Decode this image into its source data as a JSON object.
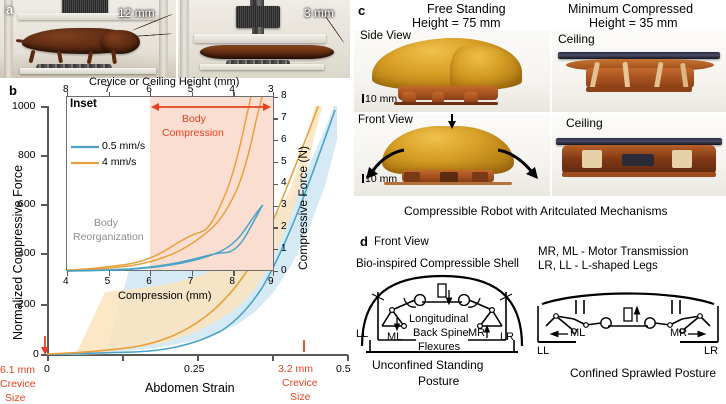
{
  "panel_a": {
    "letter": "a",
    "left_label": "12 mm",
    "right_label": "3 mm"
  },
  "panel_b": {
    "letter": "b",
    "inset_label": "Inset",
    "legend": [
      {
        "label": "0.5 mm/s",
        "color": "#4aa3c7"
      },
      {
        "label": "4 mm/s",
        "color": "#e9a03a"
      }
    ],
    "annotations": {
      "body_compression": "Body\nCompression",
      "body_compression_l1": "Body",
      "body_compression_l2": "Compression",
      "body_reorg_l1": "Body",
      "body_reorg_l2": "Reorganization",
      "crevice_left_l1": "6.1 mm",
      "crevice_left_l2": "Crevice",
      "crevice_left_l3": "Size",
      "crevice_right_l1": "3.2 mm",
      "crevice_right_l2": "Crevice",
      "crevice_right_l3": "Size"
    },
    "colors": {
      "blue": "#4aa3c7",
      "blue_band": "#bfdff0",
      "orange": "#e9a03a",
      "orange_band": "#fae0b4",
      "band_pink": "#fbded2",
      "red": "#e8401f",
      "grey_text": "#8c8c8c",
      "axis": "#595959"
    }
  },
  "chart_data": [
    {
      "type": "line",
      "name": "main",
      "title": "",
      "xlabel": "Abdomen Strain",
      "ylabel": "Normalized Compressive Force",
      "xlim": [
        0,
        0.52
      ],
      "ylim": [
        -20,
        1080
      ],
      "xticks": [
        0,
        0.25,
        0.5
      ],
      "xticklabels": [
        "0",
        "0.25",
        "0.5"
      ],
      "yticks": [
        0,
        200,
        400,
        600,
        800,
        1000
      ],
      "yticklabels": [
        "0",
        "200",
        "400",
        "600",
        "800",
        "1000"
      ],
      "grid": false,
      "legend_position": "upper-left-inside",
      "series": [
        {
          "name": "0.5 mm/s",
          "color": "#4aa3c7",
          "x": [
            0.0,
            0.05,
            0.1,
            0.15,
            0.2,
            0.25,
            0.3,
            0.33,
            0.36,
            0.39,
            0.42,
            0.45,
            0.48,
            0.5
          ],
          "values": [
            2,
            6,
            12,
            22,
            38,
            62,
            102,
            135,
            180,
            250,
            350,
            490,
            680,
            810
          ],
          "band_lower": [
            0,
            2,
            5,
            10,
            18,
            32,
            56,
            76,
            104,
            148,
            212,
            300,
            420,
            500
          ],
          "band_upper": [
            6,
            14,
            26,
            44,
            72,
            112,
            176,
            226,
            296,
            398,
            540,
            730,
            980,
            1120
          ]
        },
        {
          "name": "4 mm/s",
          "color": "#e9a03a",
          "x": [
            0.0,
            0.05,
            0.1,
            0.15,
            0.2,
            0.25,
            0.3,
            0.33,
            0.36,
            0.39,
            0.42,
            0.45,
            0.48,
            0.5
          ],
          "values": [
            3,
            9,
            19,
            35,
            60,
            98,
            160,
            212,
            282,
            378,
            508,
            680,
            905,
            1060
          ],
          "band_lower": [
            0,
            4,
            10,
            20,
            36,
            60,
            102,
            138,
            186,
            252,
            344,
            466,
            628,
            745
          ],
          "band_upper": [
            8,
            18,
            34,
            58,
            96,
            152,
            240,
            314,
            412,
            542,
            716,
            944,
            1235,
            1430
          ]
        }
      ],
      "markers": [
        {
          "label": "6.1 mm Crevice Size",
          "x": 0.0,
          "color": "#e8401f"
        },
        {
          "label": "3.2 mm Crevice Size",
          "x": 0.425,
          "color": "#e8401f"
        }
      ]
    },
    {
      "type": "line",
      "name": "inset",
      "title": "Inset",
      "xlabel": "Compression (mm)",
      "ylabel": "Compressive Force (N)",
      "top_axis_label": "Crevice or Ceiling Height (mm)",
      "xlim": [
        4,
        9
      ],
      "ylim": [
        0,
        8
      ],
      "xticks": [
        4,
        5,
        6,
        7,
        8,
        9
      ],
      "xticklabels": [
        "4",
        "5",
        "6",
        "7",
        "8",
        "9"
      ],
      "top_xticks": [
        8,
        7,
        6,
        5,
        4,
        3
      ],
      "top_xticklabels": [
        "8",
        "7",
        "6",
        "5",
        "4",
        "3"
      ],
      "yticks": [
        0,
        1,
        2,
        3,
        4,
        5,
        6,
        7,
        8
      ],
      "yticklabels": [
        "0",
        "1",
        "2",
        "3",
        "4",
        "5",
        "6",
        "7",
        "8"
      ],
      "grid": false,
      "shaded_region": {
        "from": 6.0,
        "to": 9.0,
        "label": "Body Compression",
        "color": "#fbded2"
      },
      "series": [
        {
          "name": "4 mm/s (a)",
          "color": "#e9a03a",
          "x": [
            4.0,
            4.5,
            5.0,
            5.5,
            6.0,
            6.5,
            7.0,
            7.3,
            7.5,
            7.8,
            8.0,
            8.2,
            8.4,
            8.55,
            8.7,
            8.8,
            8.88,
            8.94
          ],
          "values": [
            0.02,
            0.04,
            0.06,
            0.09,
            0.13,
            0.2,
            0.32,
            0.45,
            0.55,
            0.72,
            0.95,
            1.3,
            1.9,
            2.6,
            3.8,
            5.0,
            6.2,
            7.2
          ]
        },
        {
          "name": "4 mm/s (b)",
          "color": "#e9a03a",
          "x": [
            4.0,
            5.0,
            6.0,
            6.5,
            7.0,
            7.3,
            7.4,
            7.6,
            7.9,
            8.1,
            8.3,
            8.5,
            8.65,
            8.78,
            8.88,
            8.95
          ],
          "values": [
            0.02,
            0.05,
            0.1,
            0.16,
            0.28,
            0.42,
            0.52,
            0.62,
            0.85,
            1.15,
            1.6,
            2.3,
            3.2,
            4.4,
            5.8,
            7.6
          ]
        },
        {
          "name": "0.5 mm/s (a)",
          "color": "#4aa3c7",
          "x": [
            4.0,
            5.0,
            6.0,
            7.0,
            7.5,
            7.8,
            8.0,
            8.15,
            8.3,
            8.45,
            8.6,
            8.72,
            8.82,
            8.9
          ],
          "values": [
            0.01,
            0.02,
            0.04,
            0.1,
            0.18,
            0.26,
            0.3,
            0.3,
            0.34,
            0.45,
            0.7,
            1.0,
            1.5,
            2.1
          ]
        },
        {
          "name": "0.5 mm/s (b)",
          "color": "#4aa3c7",
          "x": [
            4.0,
            5.0,
            6.0,
            7.0,
            7.6,
            8.0,
            8.3,
            8.5,
            8.65,
            8.78,
            8.88,
            8.95
          ],
          "values": [
            0.01,
            0.02,
            0.05,
            0.12,
            0.22,
            0.34,
            0.5,
            0.72,
            1.0,
            1.35,
            1.75,
            2.1
          ]
        }
      ]
    }
  ],
  "panel_c": {
    "letter": "c",
    "title_left_l1": "Free Standing",
    "title_left_l2": "Height = 75 mm",
    "title_right_l1": "Minimum Compressed",
    "title_right_l2": "Height = 35 mm",
    "side_view": "Side View",
    "front_view": "Front View",
    "ceiling_top": "Ceiling",
    "ceiling_bottom": "Ceiling",
    "scale_top": "10 mm",
    "scale_bottom": "10 mm",
    "caption": "Compressible Robot with Aritculated Mechanisms"
  },
  "panel_d": {
    "letter": "d",
    "front_view": "Front View",
    "shell_label": "Bio-inspired Compressible Shell",
    "key_line1": "MR, ML - Motor Transmission",
    "key_line2": "LR, LL - L-shaped Legs",
    "spine_l1": "Longitudinal",
    "spine_l2": "Back Spine",
    "spine_l3": "Flexures",
    "left_caption_l1": "Unconfined Standing",
    "left_caption_l2": "Posture",
    "right_caption": "Confined Sprawled Posture",
    "parts": {
      "ll": "LL",
      "lr": "LR",
      "ml": "ML",
      "mr": "MR"
    }
  }
}
